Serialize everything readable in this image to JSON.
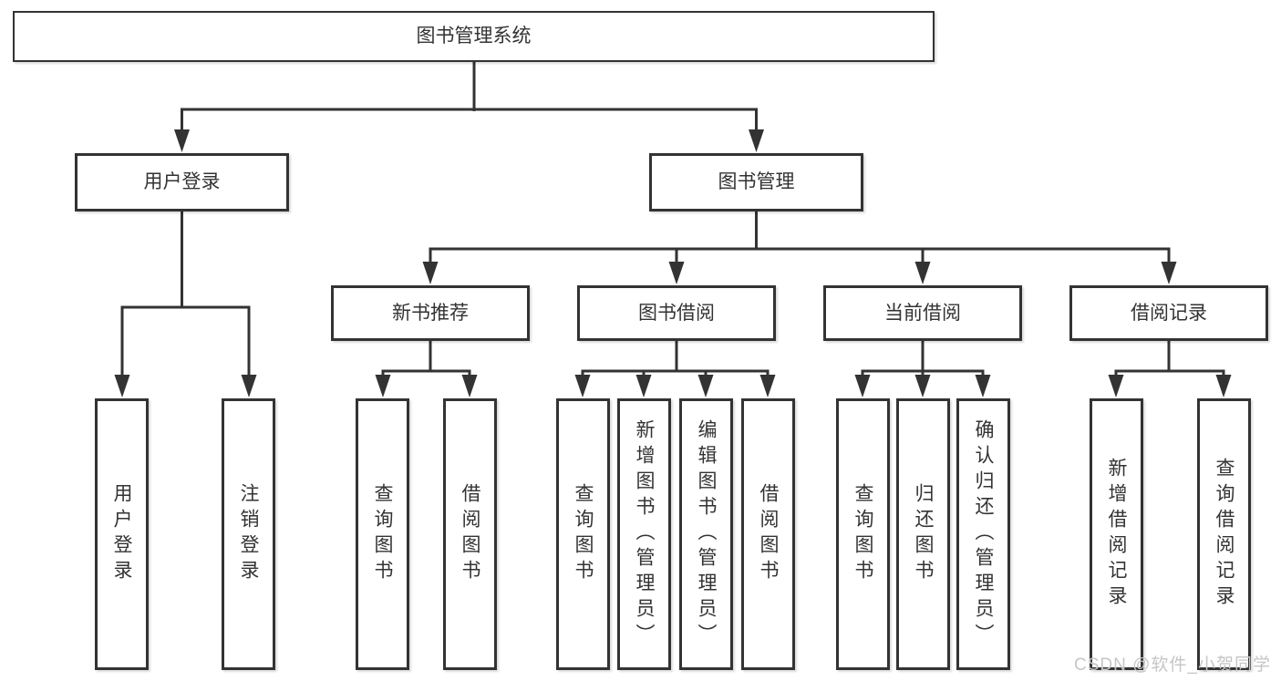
{
  "tree": {
    "root": {
      "label": "图书管理系统"
    },
    "branches": [
      {
        "label": "用户登录",
        "leaves": [
          {
            "label": "用户登录"
          },
          {
            "label": "注销登录"
          }
        ]
      },
      {
        "label": "图书管理",
        "groups": [
          {
            "label": "新书推荐",
            "leaves": [
              {
                "label": "查询图书"
              },
              {
                "label": "借阅图书"
              }
            ]
          },
          {
            "label": "图书借阅",
            "leaves": [
              {
                "label": "查询图书"
              },
              {
                "label": "新增图书（管理员）"
              },
              {
                "label": "编辑图书（管理员）"
              },
              {
                "label": "借阅图书"
              }
            ]
          },
          {
            "label": "当前借阅",
            "leaves": [
              {
                "label": "查询图书"
              },
              {
                "label": "归还图书"
              },
              {
                "label": "确认归还（管理员）"
              }
            ]
          },
          {
            "label": "借阅记录",
            "leaves": [
              {
                "label": "新增借阅记录"
              },
              {
                "label": "查询借阅记录"
              }
            ]
          }
        ]
      }
    ]
  },
  "watermark": {
    "text": "CSDN @软件_小贺同学"
  },
  "colors": {
    "line": "#333333",
    "text": "#333333",
    "box_background": "#ffffff",
    "page_background": "#ffffff",
    "watermark": "#c6c6c6"
  }
}
